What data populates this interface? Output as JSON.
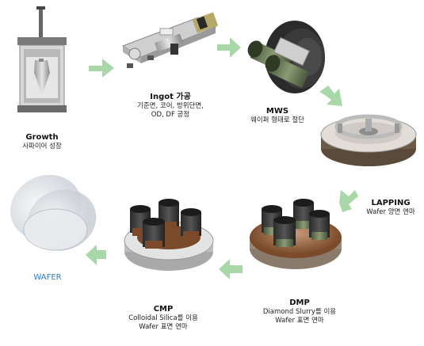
{
  "steps": [
    {
      "title": "Growth",
      "desc1": "사파이어 성장",
      "desc2": ""
    },
    {
      "title": "Ingot 가공",
      "desc1": "기준면, 코어, 방위단면,",
      "desc2": "OD, DF 공정"
    },
    {
      "title": "MWS",
      "desc1": "웨이퍼 형태로 절단",
      "desc2": ""
    },
    {
      "title": "LAPPING",
      "desc1": "Wafer 양면 연마",
      "desc2": ""
    },
    {
      "title": "DMP",
      "desc1": "Diamond Slurry를 이용",
      "desc2": "Wafer 표면 연마"
    },
    {
      "title": "CMP",
      "desc1": "Colloidal Silica를 이용",
      "desc2": "Wafer 표면 연마"
    },
    {
      "title": "WAFER",
      "desc1": "",
      "desc2": ""
    }
  ],
  "colors": {
    "arrow": "#a8d8a8",
    "wafer_label": "#2a7fc0",
    "machine_dark": "#2e2e2e",
    "machine_green": "#6e7f5c",
    "slurry_brown": "#7a4a2a"
  }
}
